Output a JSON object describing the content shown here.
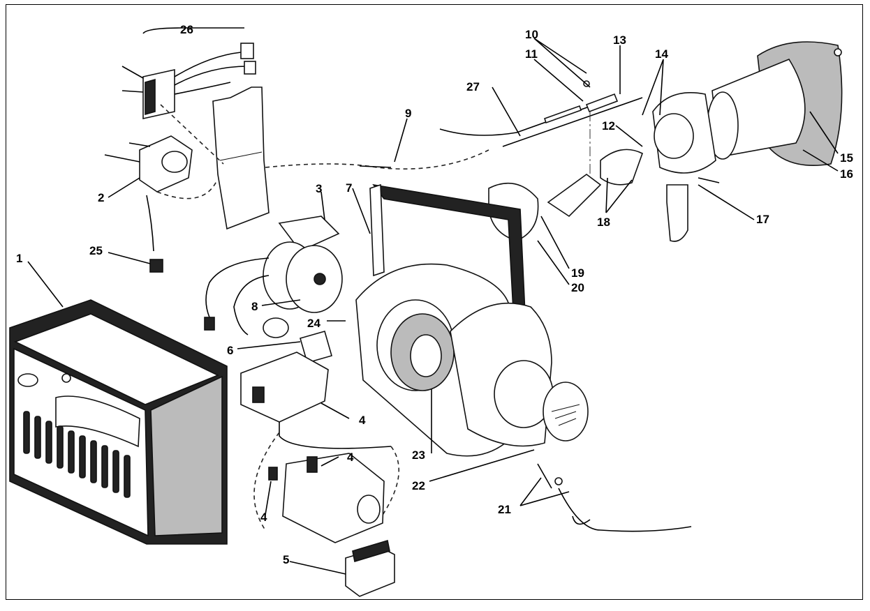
{
  "diagram": {
    "callouts": [
      {
        "id": "1",
        "text": "1"
      },
      {
        "id": "2",
        "text": "2"
      },
      {
        "id": "3",
        "text": "3"
      },
      {
        "id": "4a",
        "text": "4"
      },
      {
        "id": "4b",
        "text": "4"
      },
      {
        "id": "4c",
        "text": "4"
      },
      {
        "id": "5",
        "text": "5"
      },
      {
        "id": "6",
        "text": "6"
      },
      {
        "id": "7",
        "text": "7"
      },
      {
        "id": "8",
        "text": "8"
      },
      {
        "id": "9",
        "text": "9"
      },
      {
        "id": "10",
        "text": "10"
      },
      {
        "id": "11",
        "text": "11"
      },
      {
        "id": "12",
        "text": "12"
      },
      {
        "id": "13",
        "text": "13"
      },
      {
        "id": "14",
        "text": "14"
      },
      {
        "id": "15",
        "text": "15"
      },
      {
        "id": "16",
        "text": "16"
      },
      {
        "id": "17",
        "text": "17"
      },
      {
        "id": "18",
        "text": "18"
      },
      {
        "id": "19",
        "text": "19"
      },
      {
        "id": "20",
        "text": "20"
      },
      {
        "id": "21",
        "text": "21"
      },
      {
        "id": "22",
        "text": "22"
      },
      {
        "id": "23",
        "text": "23"
      },
      {
        "id": "24",
        "text": "24"
      },
      {
        "id": "25",
        "text": "25"
      },
      {
        "id": "26",
        "text": "26"
      },
      {
        "id": "27",
        "text": "27"
      }
    ]
  }
}
